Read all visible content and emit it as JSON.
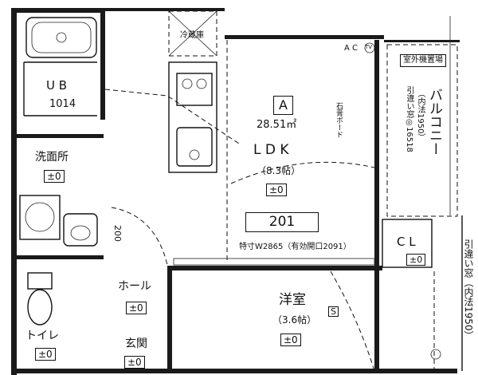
{
  "rooms": {
    "ub": {
      "label": "U B",
      "size": "1014"
    },
    "refrigerator": {
      "label": "冷蔵庫"
    },
    "ac": {
      "label": "A C"
    },
    "balcony_storage": {
      "label": "室外機置場"
    },
    "unit": {
      "type": "A",
      "area": "28.51㎡"
    },
    "ldk": {
      "label": "L D K",
      "size": "（8.3帖）",
      "level": "±0"
    },
    "room_number": "201",
    "balcony": {
      "label": "バルコニー",
      "window": "引違い窓◎16518",
      "window_inner": "（内法1950）"
    },
    "washroom": {
      "label": "洗面所",
      "level": "±0"
    },
    "hall": {
      "label": "ホール",
      "level": "±0"
    },
    "entrance": {
      "label": "玄関",
      "level": "±0"
    },
    "toilet": {
      "label": "トイレ",
      "level": "±0"
    },
    "western_room": {
      "label": "洋室",
      "size": "（3.6帖）",
      "level": "±0",
      "symbol": "S"
    },
    "closet": {
      "label": "C L",
      "level": "±0"
    },
    "special_door": "特寸W2865（有効開口2091）",
    "right_window": "引違い窓（内法1950）",
    "wall_note": "石膏ボード",
    "dim_200": "200",
    "tv": "TV"
  }
}
